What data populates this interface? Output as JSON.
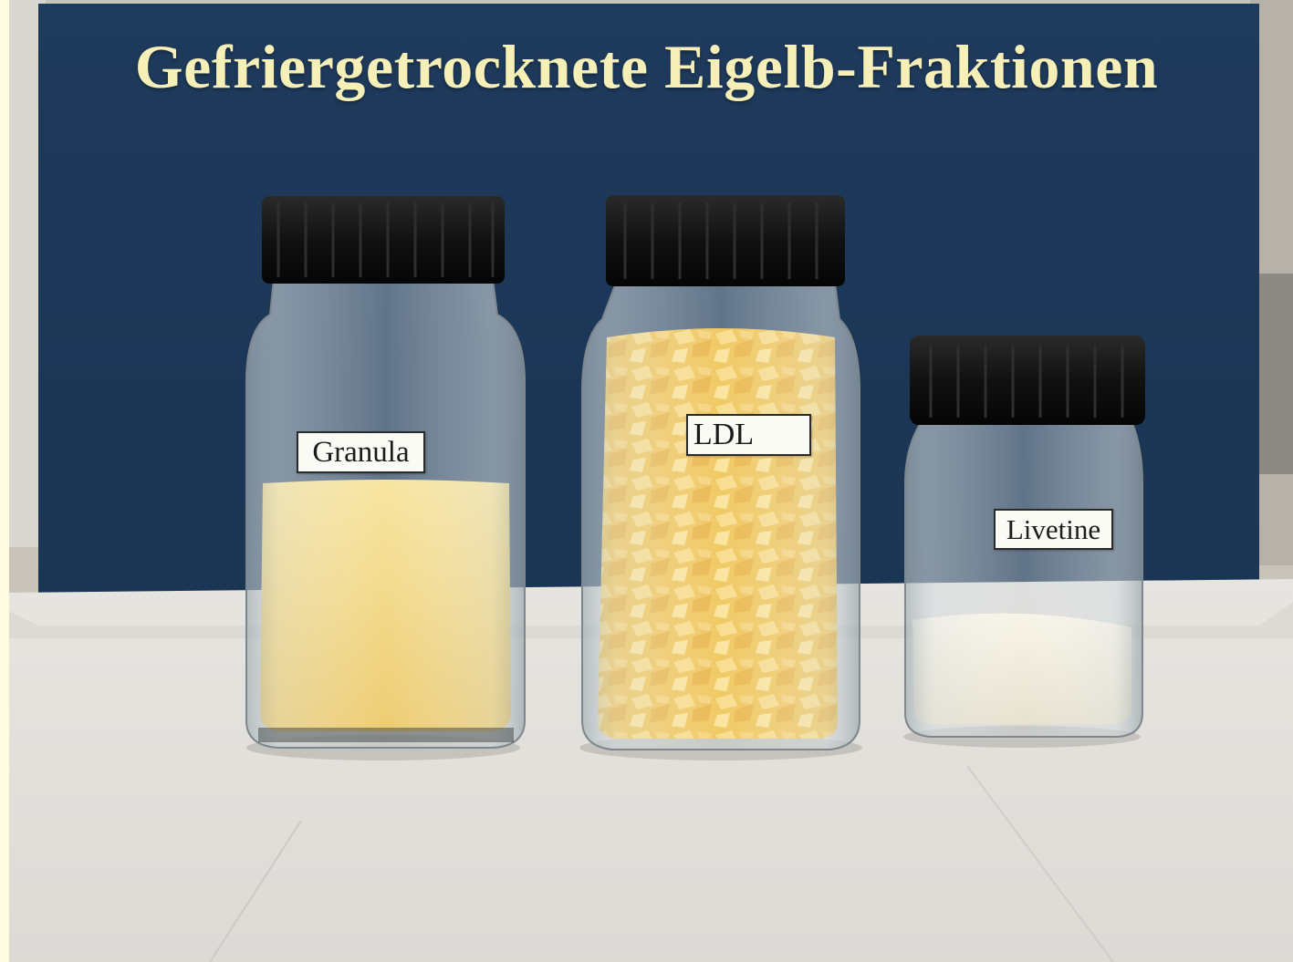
{
  "title": "Gefriergetrocknete Eigelb-Fraktionen",
  "jars": [
    {
      "label": "Granula",
      "content": "yellow powder"
    },
    {
      "label": "LDL",
      "content": "yellow flakes"
    },
    {
      "label": "Livetine",
      "content": "white powder"
    }
  ],
  "colors": {
    "title_text": "#f6f0b8",
    "backdrop_board": "#1f3a5a",
    "lids": "#141414",
    "granula_powder": "#f0d57a",
    "ldl_flakes": "#f2c760",
    "livetine_powder": "#efeadc",
    "table_paper": "#eae8e2"
  }
}
